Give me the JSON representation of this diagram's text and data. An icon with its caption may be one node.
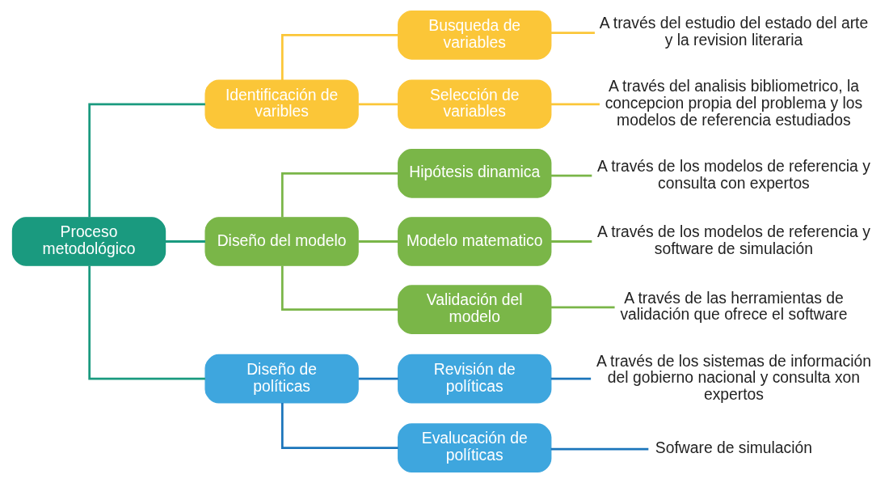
{
  "diagram": {
    "nodes": [
      {
        "text": [
          "Proceso metodológico"
        ]
      },
      {
        "text": [
          "Identificación de varibles"
        ]
      },
      {
        "text": [
          "Busqueda de variables"
        ]
      },
      {
        "text": [
          "A través del estudio del estado del arte y la revision literaria"
        ]
      },
      {
        "text": [
          "Selección de variables"
        ]
      },
      {
        "text": [
          "A través del analisis bibliometrico, la concepcion propia del problema y los modelos de referencia estudiados"
        ]
      },
      {
        "text": [
          "Diseño del modelo"
        ]
      },
      {
        "text": [
          "Hipótesis dinamica"
        ]
      },
      {
        "text": [
          "A través de los modelos de referencia y consulta con expertos"
        ]
      },
      {
        "text": [
          "Modelo matematico"
        ]
      },
      {
        "text": [
          "A través de los modelos de referencia y software de simulación"
        ]
      },
      {
        "text": [
          "Validación del modelo"
        ]
      },
      {
        "text": [
          "A través de las herramientas de validación que ofrece el software"
        ]
      },
      {
        "text": [
          "Diseño de políticas"
        ]
      },
      {
        "text": [
          "Revisión de políticas"
        ]
      },
      {
        "text": [
          "A través de los sistemas de información del gobierno nacional y consulta xon expertos"
        ]
      },
      {
        "text": [
          "Evalucación de políticas"
        ]
      },
      {
        "text": [
          "Sofware de simulación"
        ]
      }
    ],
    "edges": [
      {
        "from": 0,
        "to": 1,
        "arrow": "none",
        "color": "#1a9a7f"
      },
      {
        "from": 0,
        "to": 6,
        "arrow": "none",
        "color": "#1a9a7f"
      },
      {
        "from": 0,
        "to": 13,
        "arrow": "none",
        "color": "#1a9a7f"
      },
      {
        "from": 1,
        "to": 2,
        "arrow": "none",
        "color": "#fbc638"
      },
      {
        "from": 1,
        "to": 4,
        "arrow": "none",
        "color": "#fbc638"
      },
      {
        "from": 2,
        "to": 3,
        "arrow": "none",
        "color": "#fbc638"
      },
      {
        "from": 4,
        "to": 5,
        "arrow": "none",
        "color": "#fbc638"
      },
      {
        "from": 6,
        "to": 7,
        "arrow": "none",
        "color": "#7ab648"
      },
      {
        "from": 6,
        "to": 9,
        "arrow": "none",
        "color": "#7ab648"
      },
      {
        "from": 6,
        "to": 11,
        "arrow": "none",
        "color": "#7ab648"
      },
      {
        "from": 7,
        "to": 8,
        "arrow": "none",
        "color": "#7ab648"
      },
      {
        "from": 9,
        "to": 10,
        "arrow": "none",
        "color": "#7ab648"
      },
      {
        "from": 11,
        "to": 12,
        "arrow": "none",
        "color": "#7ab648"
      },
      {
        "from": 13,
        "to": 14,
        "arrow": "none",
        "color": "#1b75bb"
      },
      {
        "from": 13,
        "to": 16,
        "arrow": "none",
        "color": "#1b75bb"
      },
      {
        "from": 14,
        "to": 15,
        "arrow": "none",
        "color": "#1b75bb"
      },
      {
        "from": 16,
        "to": 17,
        "arrow": "none",
        "color": "#1b75bb"
      }
    ]
  }
}
